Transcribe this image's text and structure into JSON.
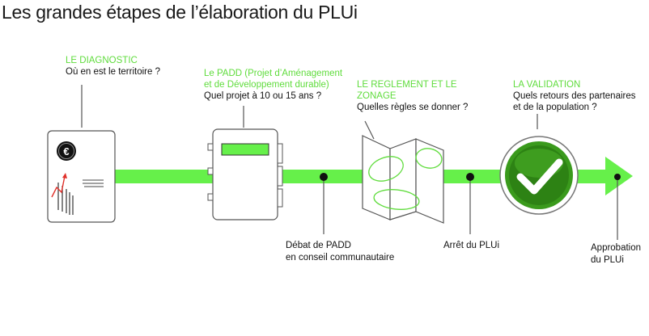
{
  "title": "Les grandes étapes de l’élaboration du PLUi",
  "colors": {
    "accent_green": "#5fdc3c",
    "arrow_green": "#66f04a",
    "check_circle_green": "#3a9a1c",
    "text_dark": "#111111",
    "line_gray": "#555555"
  },
  "steps": [
    {
      "title_lines": [
        "LE DIAGNOSTIC"
      ],
      "question_lines": [
        "Où en est le territoire ?"
      ],
      "icon": "document-icon"
    },
    {
      "title_lines": [
        "Le PADD (Projet d’Aménagement",
        "et de Développement durable)"
      ],
      "question_lines": [
        "Quel projet à 10 ou 15 ans ?"
      ],
      "icon": "binder-icon"
    },
    {
      "title_lines": [
        "LE REGLEMENT ET LE",
        "ZONAGE"
      ],
      "question_lines": [
        "Quelles règles se donner ?"
      ],
      "icon": "folded-map-icon"
    },
    {
      "title_lines": [
        "LA VALIDATION"
      ],
      "question_lines": [
        "Quels retours des partenaires",
        "et de la population ?"
      ],
      "icon": "checkmark-icon"
    }
  ],
  "milestones": [
    {
      "lines": [
        "Débat de PADD",
        "en conseil communautaire"
      ]
    },
    {
      "lines": [
        "Arrêt du PLUi"
      ]
    },
    {
      "lines": [
        "Approbation",
        "du PLUi"
      ]
    }
  ],
  "document_icon": {
    "symbol": "€"
  }
}
